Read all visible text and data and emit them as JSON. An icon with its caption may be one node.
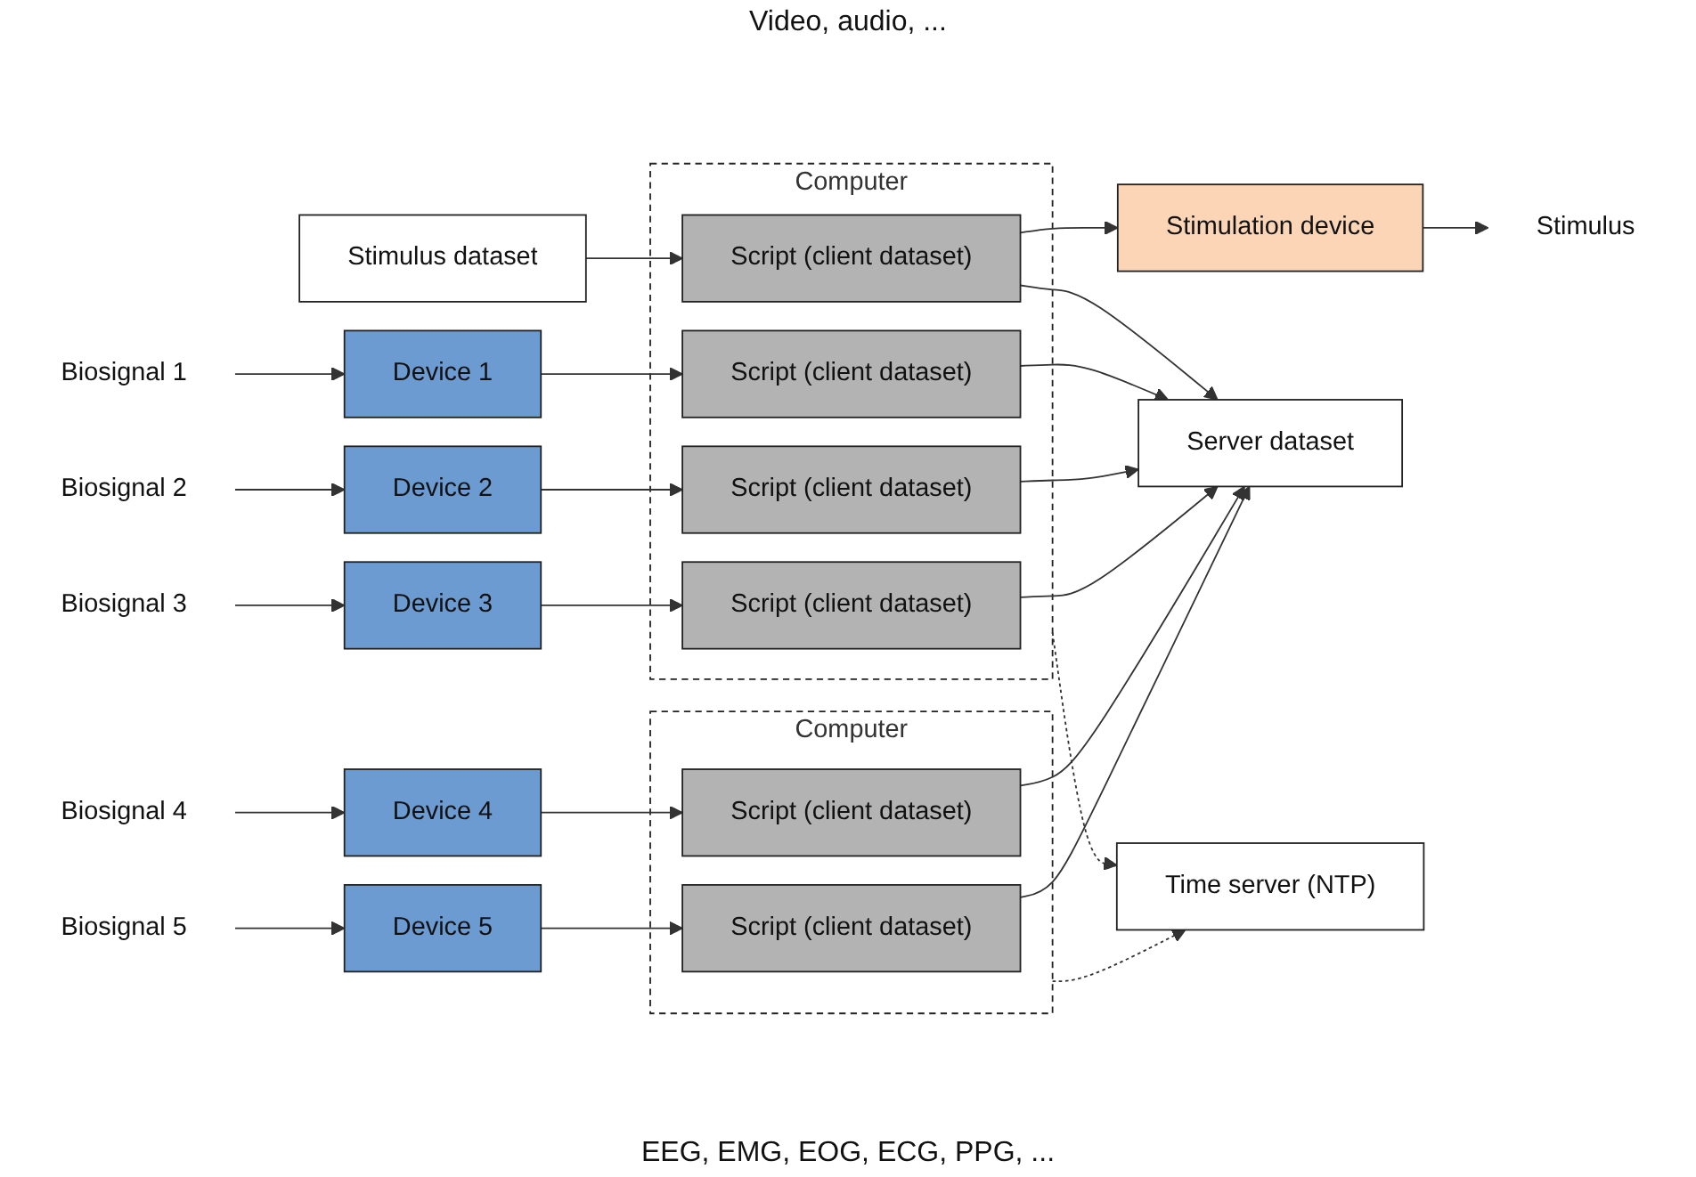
{
  "diagram": {
    "nodes": [
      {
        "text": [
          "Stimulus"
        ]
      },
      {
        "text": [
          "Stimulation device"
        ]
      },
      {
        "text": [
          "Computer"
        ]
      },
      {
        "text": [
          "Script (client dataset)"
        ],
        "in": 2
      },
      {
        "text": [
          "Stimulus dataset"
        ]
      },
      {
        "text": [
          "Biosignal 1"
        ]
      },
      {
        "text": [
          "Device 1"
        ]
      },
      {
        "text": [
          "Script (client dataset)"
        ],
        "in": 2
      },
      {
        "text": [
          "Server dataset"
        ]
      },
      {
        "text": [
          "Biosignal 2"
        ]
      },
      {
        "text": [
          "Device 2"
        ]
      },
      {
        "text": [
          "Script (client dataset)"
        ],
        "in": 2
      },
      {
        "text": [
          "Biosignal 3"
        ]
      },
      {
        "text": [
          "Device 3"
        ]
      },
      {
        "text": [
          "Script (client dataset)"
        ],
        "in": 2
      },
      {
        "text": [
          "Computer"
        ]
      },
      {
        "text": [
          "Biosignal 4"
        ]
      },
      {
        "text": [
          "Device 4"
        ]
      },
      {
        "text": [
          "Script (client dataset)"
        ],
        "in": 15
      },
      {
        "text": [
          "Time server (NTP)"
        ]
      },
      {
        "text": [
          "Biosignal 5"
        ]
      },
      {
        "text": [
          "Device 5"
        ]
      },
      {
        "text": [
          "Script (client dataset)"
        ],
        "in": 15
      }
    ],
    "edges": [
      {
        "from": 1,
        "to": 0,
        "arrow": "to"
      },
      {
        "from": 3,
        "to": 1,
        "arrow": "to"
      },
      {
        "from": 4,
        "to": 3,
        "arrow": "to"
      },
      {
        "from": 3,
        "to": 8,
        "arrow": "to"
      },
      {
        "from": 5,
        "to": 6,
        "arrow": "to"
      },
      {
        "from": 6,
        "to": 7,
        "arrow": "to"
      },
      {
        "from": 9,
        "to": 10,
        "arrow": "to"
      },
      {
        "from": 10,
        "to": 11,
        "arrow": "to"
      },
      {
        "from": 12,
        "to": 13,
        "arrow": "to"
      },
      {
        "from": 13,
        "to": 14,
        "arrow": "to"
      },
      {
        "from": 16,
        "to": 17,
        "arrow": "to"
      },
      {
        "from": 17,
        "to": 18,
        "arrow": "to"
      },
      {
        "from": 20,
        "to": 21,
        "arrow": "to"
      },
      {
        "from": 21,
        "to": 22,
        "arrow": "to"
      },
      {
        "from": 7,
        "to": 8,
        "arrow": "to"
      },
      {
        "from": 11,
        "to": 8,
        "arrow": "to"
      },
      {
        "from": 14,
        "to": 8,
        "arrow": "to"
      },
      {
        "from": 18,
        "to": 8,
        "arrow": "to"
      },
      {
        "from": 22,
        "to": 8,
        "arrow": "to"
      },
      {
        "from": 2,
        "to": 19,
        "arrow": "to",
        "style": "dashed"
      },
      {
        "from": 15,
        "to": 19,
        "arrow": "to",
        "style": "dashed"
      }
    ],
    "labels": [
      "Video, audio, ...",
      "EEG, EMG, EOG, ECG, PPG, ..."
    ]
  }
}
